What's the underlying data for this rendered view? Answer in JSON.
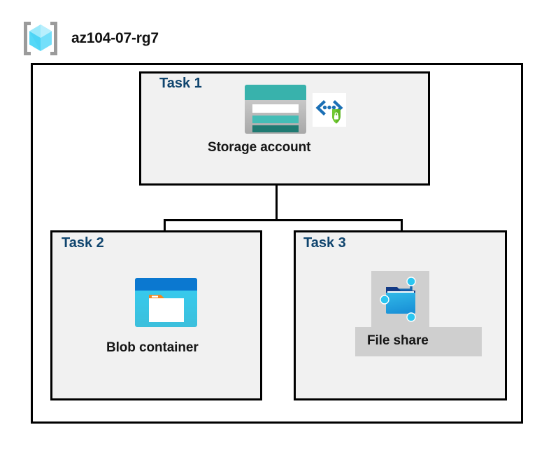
{
  "header": {
    "icon": "resource-group-icon",
    "title": "az104-07-rg7"
  },
  "diagram": {
    "container_label": "az104-07-rg7",
    "tasks": [
      {
        "id": "task1",
        "label": "Task 1",
        "resource_label": "Storage account",
        "icons": [
          "storage-account-icon",
          "secured-endpoint-icon"
        ]
      },
      {
        "id": "task2",
        "label": "Task 2",
        "resource_label": "Blob container",
        "icons": [
          "blob-container-icon"
        ]
      },
      {
        "id": "task3",
        "label": "Task 3",
        "resource_label": "File share",
        "icons": [
          "file-share-icon"
        ],
        "highlighted": "true"
      }
    ],
    "connectors": [
      {
        "from": "task1",
        "to": "task2"
      },
      {
        "from": "task1",
        "to": "task3"
      }
    ]
  },
  "colors": {
    "task_label": "#10456e",
    "resource_label": "#161616",
    "box_border": "#000000",
    "box_fill": "#f1f1f1",
    "canvas": "#ffffff",
    "highlight": "#cfcfcf",
    "storage_teal": "#38b2ac",
    "storage_teal_dark": "#1f7a72",
    "blob_blue": "#0b78d0",
    "blob_cyan": "#32c8ef",
    "blob_orange": "#f5881f",
    "fileshare_blue": "#1b93d8",
    "fileshare_node": "#2bc6f0",
    "endpoint_blue": "#1a6fb5",
    "endpoint_green": "#5fb624",
    "rg_cube_cyan": "#79e2fb",
    "rg_bracket_gray": "#9b9b9b"
  }
}
